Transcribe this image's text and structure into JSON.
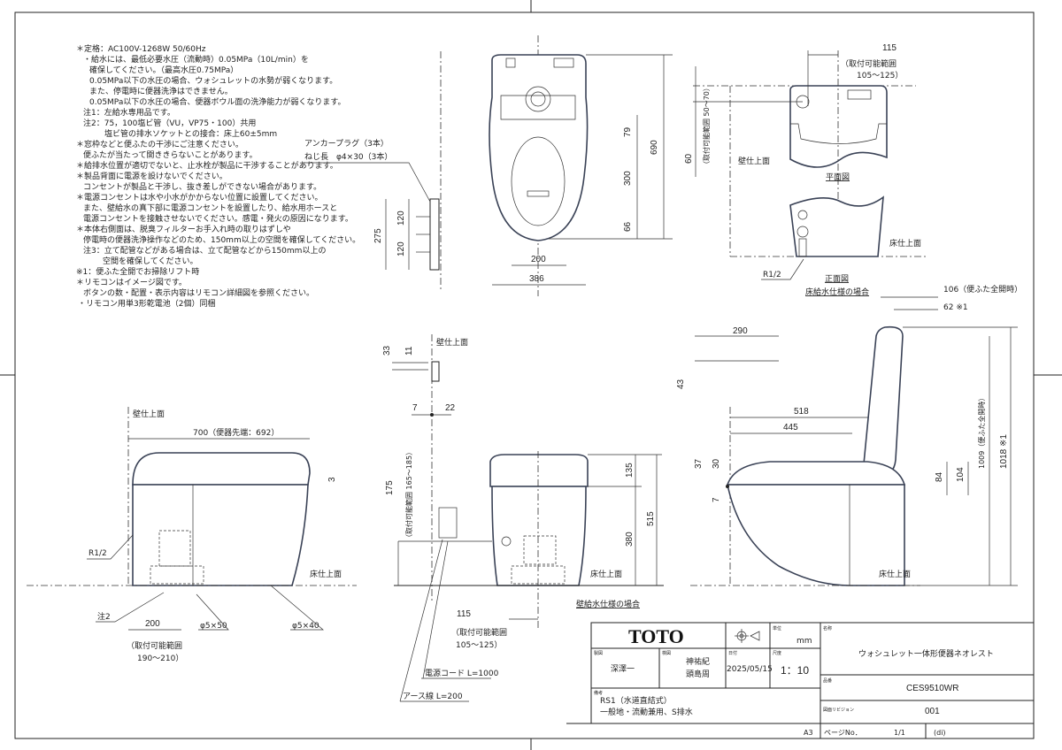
{
  "notes": [
    "＊定格：AC100V-1268W 50/60Hz",
    "・給水には、最低必要水圧（流動時）0.05MPa（10L/min）を",
    "確保してください。（最高水圧0.75MPa）",
    "0.05MPa以下の水圧の場合、ウォシュレットの水勢が弱くなります。",
    "また、停電時に便器洗浄はできません。",
    "0.05MPa以下の水圧の場合、便器ボウル面の洗浄能力が弱くなります。",
    "注1：左給水専用品です。",
    "注2：75，100塩ビ管（VU，VP75・100）共用",
    "塩ビ管の排水ソケットとの接合：床上60±5mm",
    "＊窓枠などと便ふたの干渉にご注意ください。",
    "便ふたが当たって開ききらないことがあります。",
    "＊給排水位置が適切でないと、止水栓が製品に干渉することがあります。",
    "＊製品背面に電源を設けないでください。",
    "コンセントが製品と干渉し、抜き差しができない場合があります。",
    "＊電源コンセントは水や小水がかからない位置に設置してください。",
    "また、壁給水の真下部に電源コンセントを設置したり、給水用ホースと",
    "電源コンセントを接触させないでください。感電・発火の原因になります。",
    "＊本体右側面は、脱臭フィルターお手入れ時の取りはずしや",
    "停電時の便器洗浄操作などのため、150mm以上の空間を確保してください。",
    "注3：立て配管などがある場合は、立て配管などから150mm以上の",
    "空間を確保してください。",
    "※1：便ふた全開でお掃除リフト時",
    "＊リモコンはイメージ図です。",
    "ボタンの数・配置・表示内容はリモコン詳細図を参照ください。",
    "・リモコン用単3形乾電池（2個）同梱"
  ],
  "top_view": {
    "anchor_1": "アンカープラグ（3本）",
    "anchor_2": "ねじ長　φ4×30（3本）",
    "dims": {
      "d79": "79",
      "d300": "300",
      "d66": "66",
      "d690": "690",
      "d275": "275",
      "d120a": "120",
      "d120b": "120",
      "d200": "200",
      "d386": "386"
    }
  },
  "plan_view": {
    "d115": "115",
    "range_1": "（取付可能範囲",
    "range_2": "105～125）",
    "d60": "60",
    "vrange": "（取付可能範囲 50～70）",
    "wall": "壁仕上面",
    "title": "平面図",
    "floor": "床仕上面",
    "r12": "R1/2",
    "front_title": "正面図",
    "front_sub": "床給水仕様の場合"
  },
  "remote": {
    "wall": "壁仕上面",
    "d33": "33",
    "d11": "11",
    "d7": "7",
    "d22": "22"
  },
  "side_left": {
    "wall": "壁仕上面",
    "d700": "700（便器先端：692）",
    "d3": "3",
    "r12": "R1/2",
    "floor": "床仕上面",
    "note2": "注2",
    "d200": "200",
    "range_1": "（取付可能範囲",
    "range_2": "190～210）",
    "bolt1": "φ5×50",
    "bolt2": "φ5×40"
  },
  "front": {
    "d175": "175",
    "vrange": "（取付可能範囲 165～185）",
    "d135": "135",
    "d515": "515",
    "d380": "380",
    "floor": "床仕上面",
    "wall_supply": "壁給水仕様の場合",
    "d115": "115",
    "range_1": "（取付可能範囲",
    "range_2": "105～125）",
    "cord": "電源コード L=1000",
    "earth": "アース線 L=200"
  },
  "side_right": {
    "d106": "106（便ふた全開時）",
    "d62": "62 ※1",
    "d290": "290",
    "d43": "43",
    "d518": "518",
    "d445": "445",
    "d37": "37",
    "d30": "30",
    "d7": "7",
    "d84": "84",
    "d104": "104",
    "d1009": "1009（便ふた全開時）",
    "d1018": "1018 ※1",
    "floor": "床仕上面"
  },
  "title_block": {
    "logo": "TOTO",
    "unit_label": "単位",
    "unit": "mm",
    "name_label": "名称",
    "name": "ウォシュレット一体形便器ネオレスト",
    "drawn_label": "製図",
    "drawn": "深澤一",
    "checked_label": "検図",
    "checked_1": "神祐紀",
    "checked_2": "頭島周",
    "date_label": "日付",
    "date": "2025/05/15",
    "scale_label": "尺度",
    "scale": "1：10",
    "model_label": "品番",
    "model": "CES9510WR",
    "remarks_label": "備考",
    "remarks_1": "RS1（水道直結式）",
    "remarks_2": "一般地・流動兼用、S排水",
    "revision_label": "図面リビジョン",
    "revision": "001",
    "paper": "A3",
    "page_label": "ページNo．",
    "page": "1/1",
    "mark": "(di)"
  }
}
